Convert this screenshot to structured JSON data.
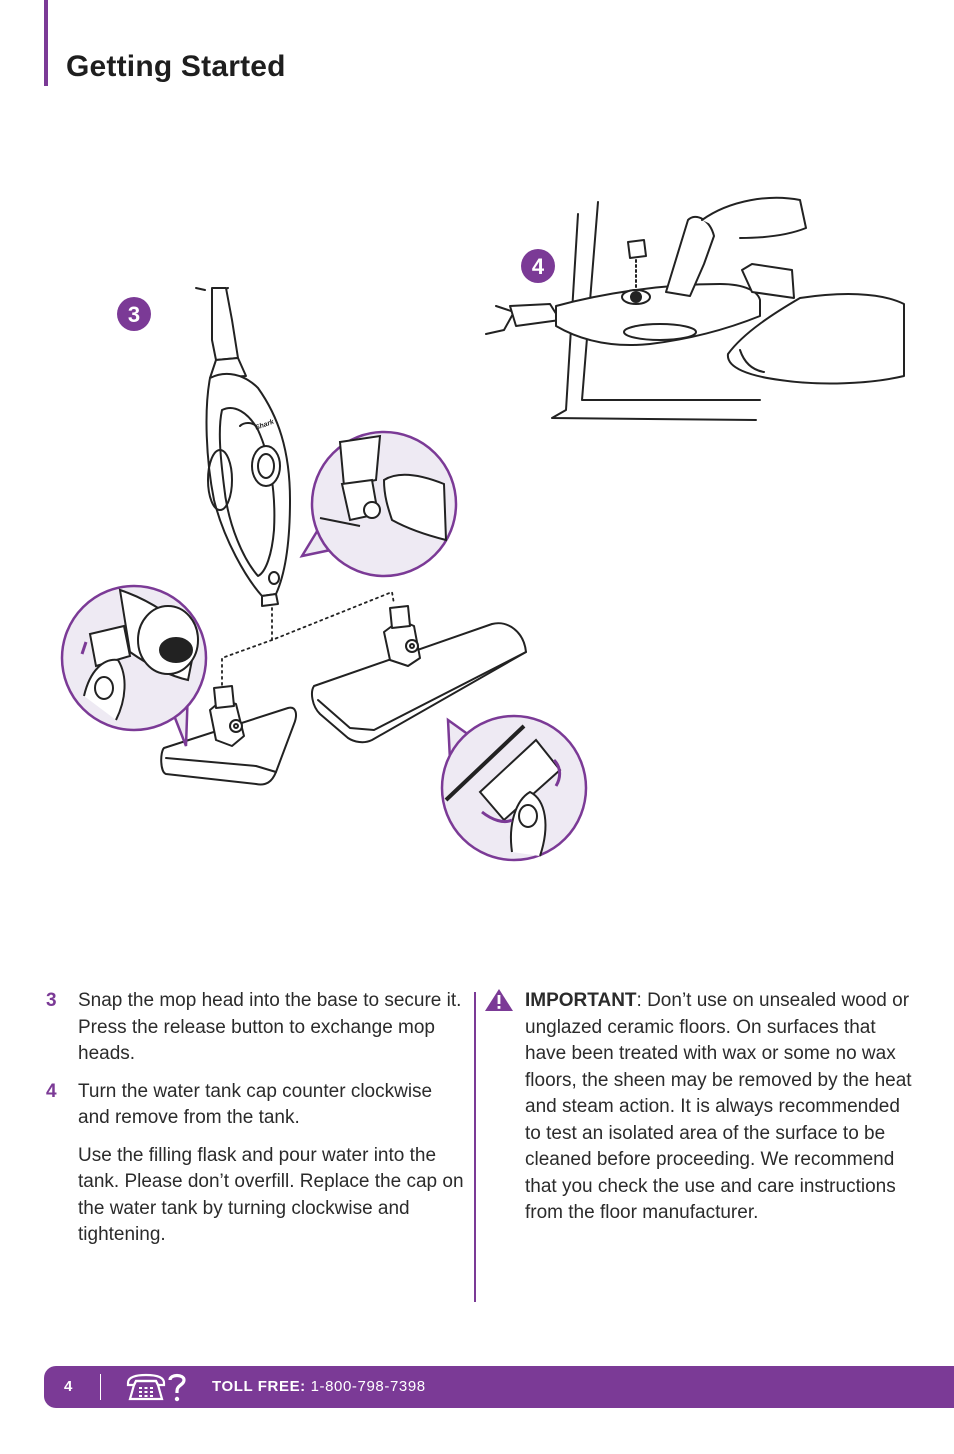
{
  "header": {
    "title": "Getting Started"
  },
  "illustration": {
    "callout_3": "3",
    "callout_4": "4",
    "brand_mark": "Shark"
  },
  "steps": [
    {
      "number": "3",
      "text": "Snap the mop head into the base to secure it. Press the release button to exchange mop heads."
    },
    {
      "number": "4",
      "text": "Turn the water tank cap counter clockwise and remove from the tank.",
      "extra": "Use the filling flask and pour water into the tank. Please don’t overfill. Replace the cap on the water tank by turning clockwise and tightening."
    }
  ],
  "important": {
    "label": "IMPORTANT",
    "text": ": Don’t use on unsealed wood or unglazed ceramic floors. On surfaces that have been treated with wax or some no wax floors, the sheen may be removed by the heat and steam action. It is always recommended to test an isolated area of the surface to be cleaned before proceeding. We recommend that you check the use and care instructions from the floor manufacturer."
  },
  "footer": {
    "page_number": "4",
    "toll_label": "TOLL FREE:",
    "phone": "1-800-798-7398"
  },
  "colors": {
    "accent": "#7b3a96",
    "callout_fill": "#eeeaf3"
  },
  "icons": [
    "warning-icon",
    "phone-help-icon"
  ]
}
